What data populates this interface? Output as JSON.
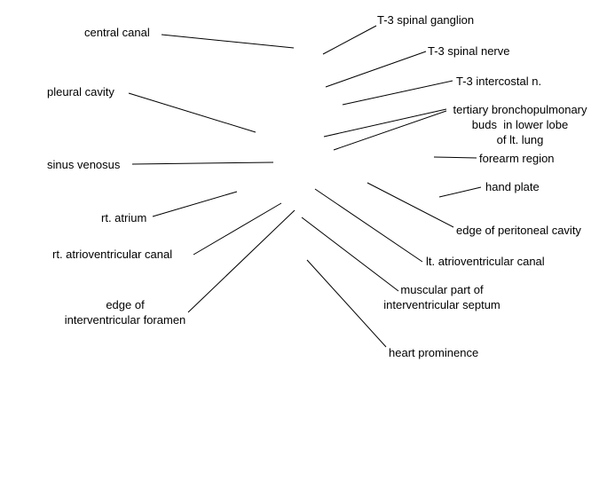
{
  "labels": {
    "central_canal": "central canal",
    "pleural_cavity": "pleural cavity",
    "sinus_venosus": "sinus venosus",
    "rt_atrium": "rt. atrium",
    "rt_av_canal": "rt. atrioventricular canal",
    "edge_iv_foramen_1": "edge of",
    "edge_iv_foramen_2": "interventricular foramen",
    "t3_spinal_ganglion": "T-3 spinal ganglion",
    "t3_spinal_nerve": "T-3 spinal nerve",
    "t3_intercostal": "T-3 intercostal n.",
    "tertiary_1": "tertiary bronchopulmonary",
    "tertiary_2": "buds  in lower lobe",
    "tertiary_3": "of lt. lung",
    "forearm_region": "forearm region",
    "hand_plate": "hand plate",
    "edge_peritoneal": "edge of peritoneal cavity",
    "lt_av_canal": "lt. atrioventricular canal",
    "muscular_1": "muscular part of",
    "muscular_2": "interventricular septum",
    "heart_prominence": "heart prominence"
  },
  "colors": {
    "text": "#000000",
    "line": "#000000",
    "background": "#ffffff"
  }
}
